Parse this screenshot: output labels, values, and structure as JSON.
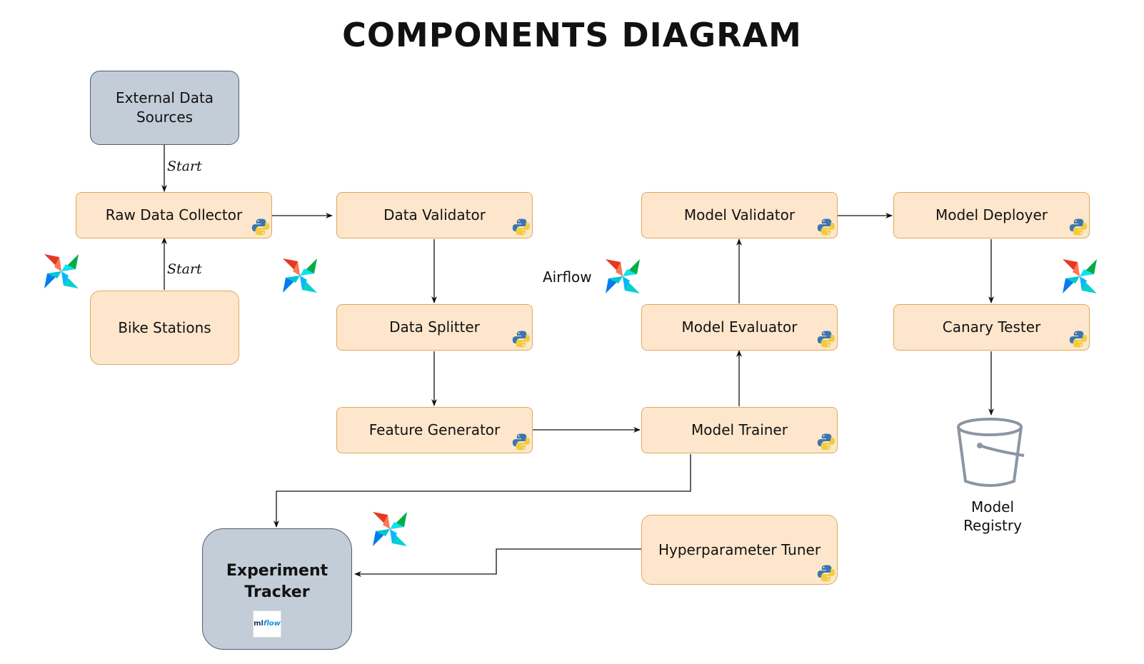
{
  "title": "COMPONENTS DIAGRAM",
  "nodes": {
    "external_data_sources": "External Data Sources",
    "raw_data_collector": "Raw Data Collector",
    "bike_stations": "Bike Stations",
    "data_validator": "Data Validator",
    "data_splitter": "Data Splitter",
    "feature_generator": "Feature Generator",
    "model_trainer": "Model Trainer",
    "model_evaluator": "Model Evaluator",
    "model_validator": "Model Validator",
    "model_deployer": "Model Deployer",
    "canary_tester": "Canary Tester",
    "hyperparameter_tuner": "Hyperparameter Tuner",
    "experiment_tracker": "Experiment Tracker",
    "model_registry": "Model Registry"
  },
  "edge_labels": {
    "start_top": "Start",
    "start_bottom": "Start"
  },
  "airflow_label": "Airflow",
  "mlflow_logo": {
    "ml": "ml",
    "flow": "flow"
  },
  "colors": {
    "component_fill": "#fde6cc",
    "component_border": "#e0a85a",
    "external_fill": "#c3cdd7",
    "external_border": "#4f5d6b",
    "edge": "#111111"
  },
  "icons": {
    "python": "python-logo-icon",
    "airflow": "airflow-pinwheel-icon",
    "bucket": "bucket-icon",
    "mlflow": "mlflow-logo-icon"
  }
}
